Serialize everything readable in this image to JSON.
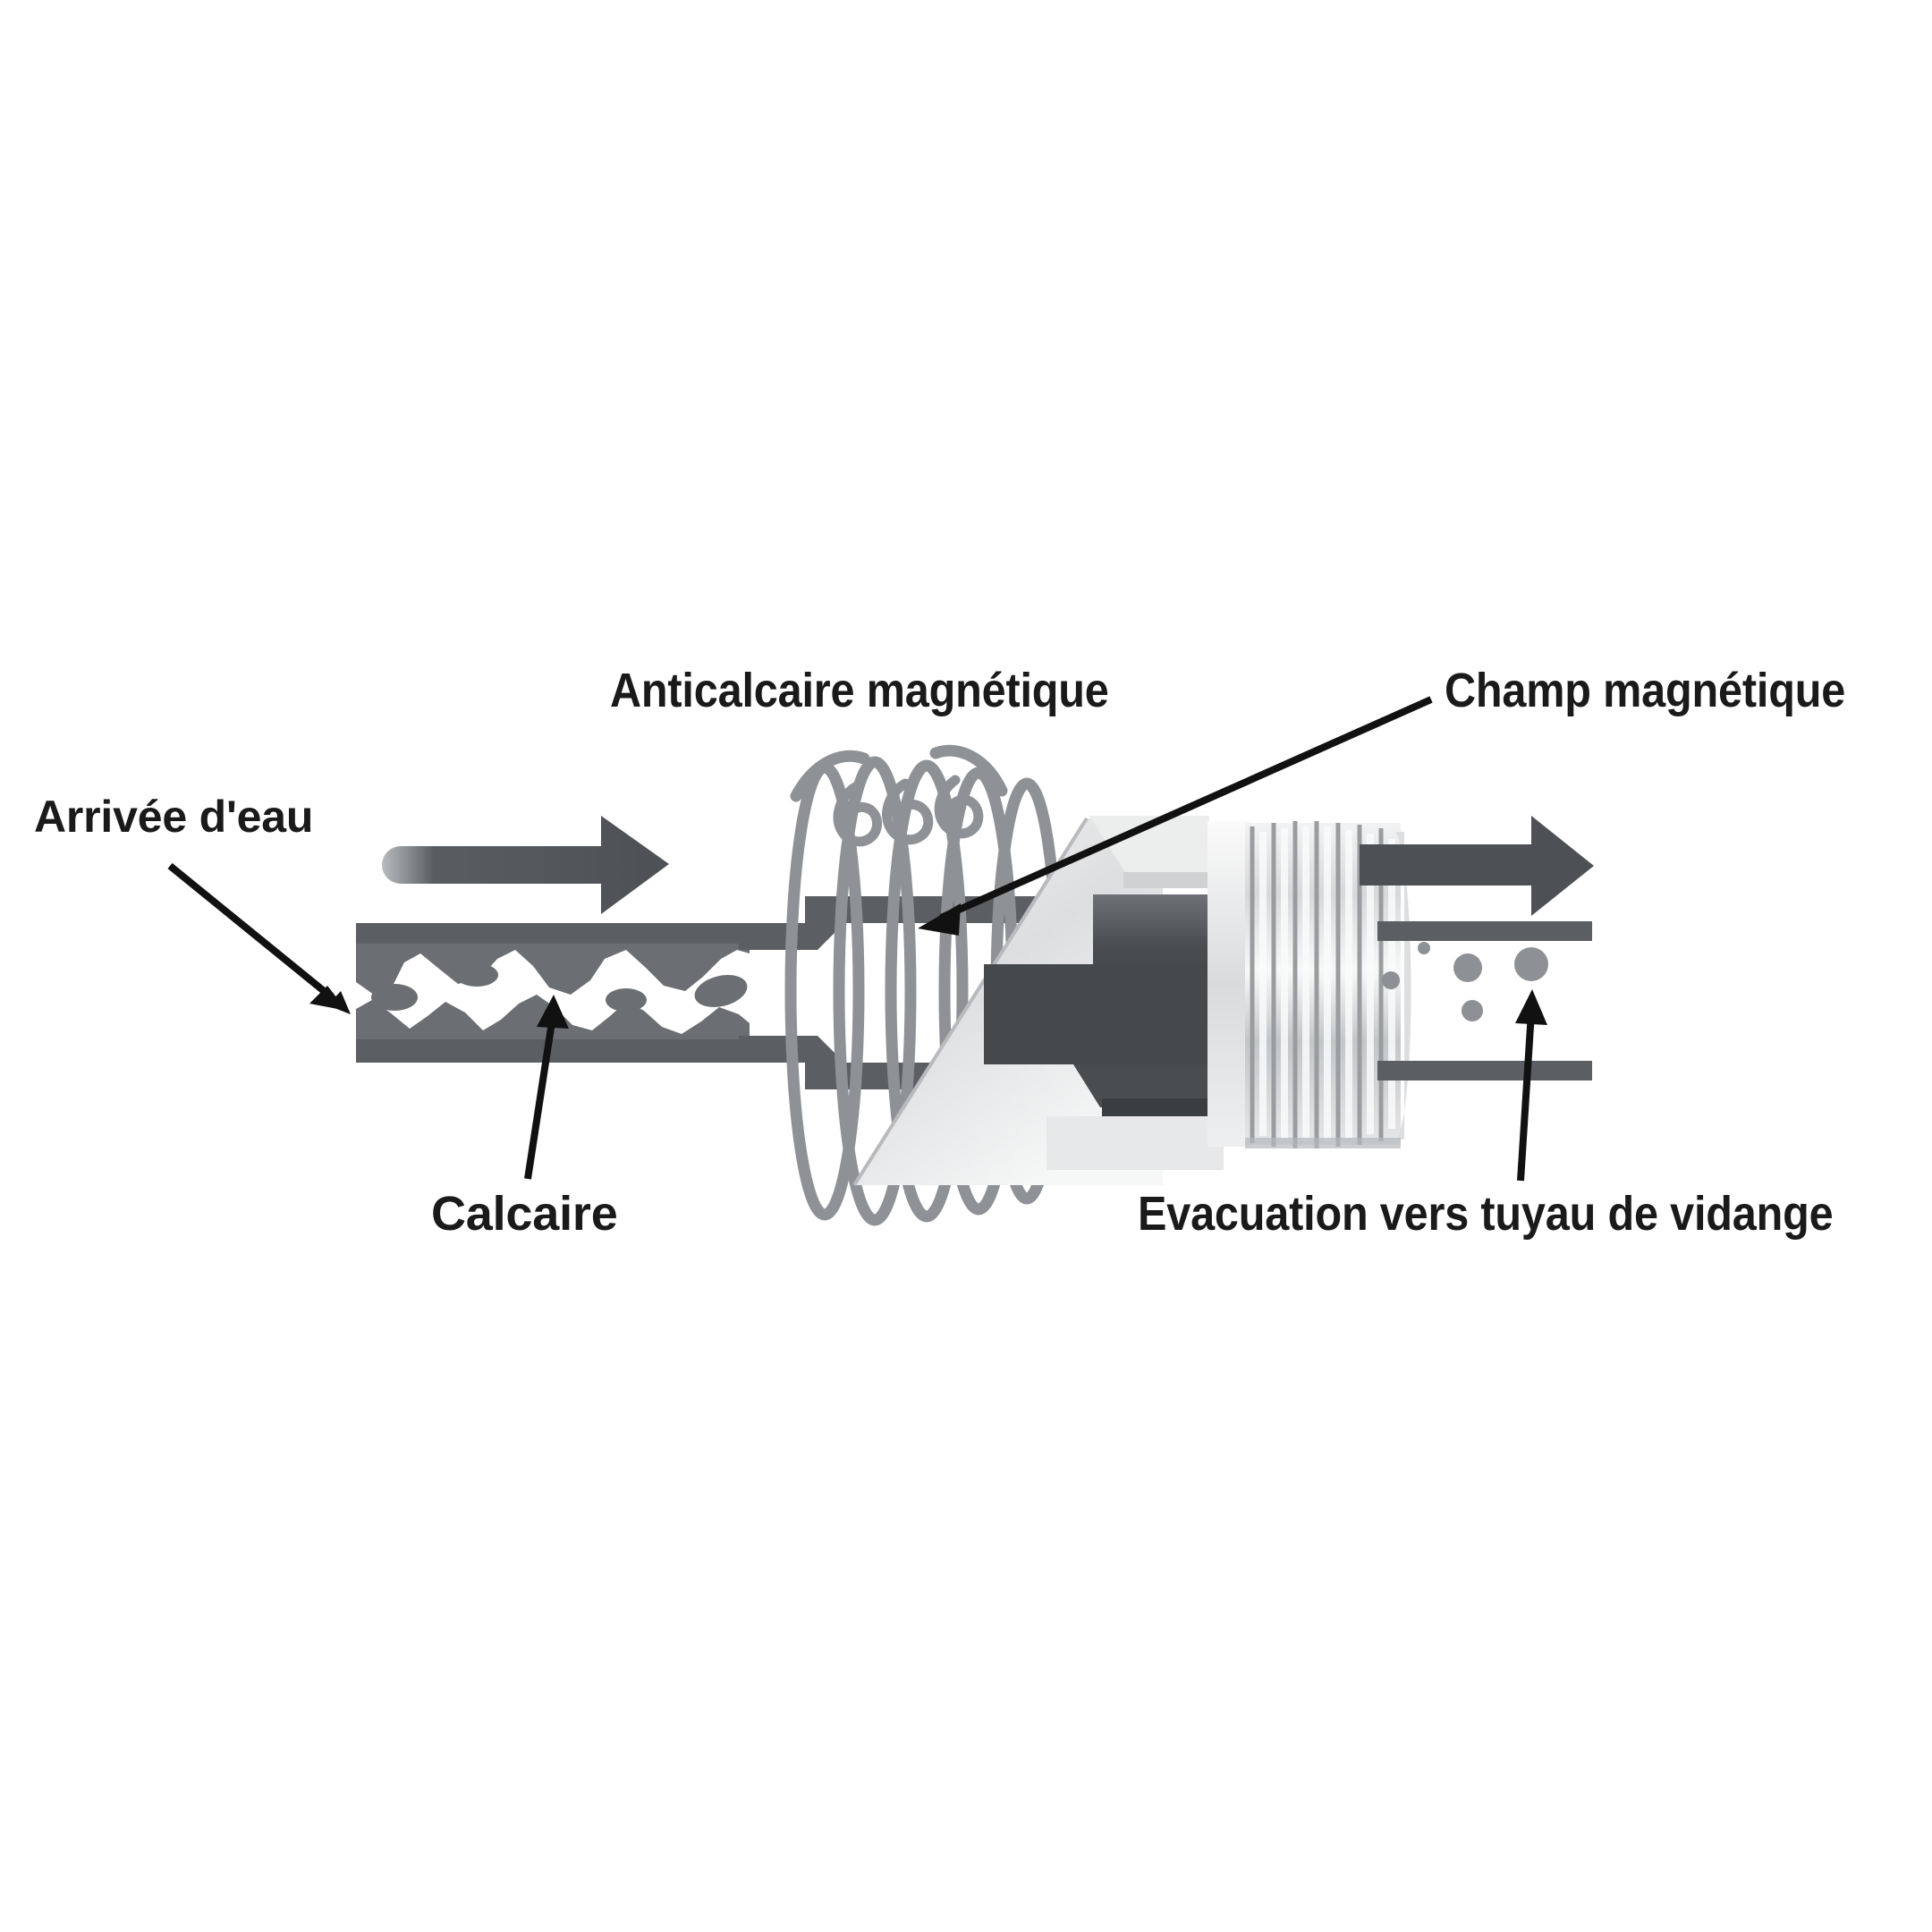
{
  "figure": {
    "title": "Anticalcaire magnétique",
    "subject": "Schéma de fonctionnement d'un anticalcaire magnétique sur canalisation d'eau",
    "background_color": "#ffffff",
    "text_color": "#1a1a1a",
    "pipe_color": "#5b5f63",
    "scale_color": "#6b6f73",
    "arrow_color": "#4d5155",
    "coil_color": "#8e9296",
    "metal_light": "#e9eaec",
    "metal_mid": "#bdc0c3",
    "metal_dark": "#4a4d50"
  },
  "labels": {
    "water_inlet": "Arrivée d'eau",
    "device": "Anticalcaire magnétique",
    "magnetic_field": "Champ magnétique",
    "limescale": "Calcaire",
    "drain_outlet": "Evacuation vers tuyau de vidange"
  },
  "icons": {
    "inlet_flow": "right-arrow-icon",
    "outlet_flow": "right-arrow-icon",
    "inlet_leader": "diagonal-arrow-down-right-icon",
    "limescale_leader": "arrow-up-icon",
    "field_leader": "diagonal-arrow-down-left-icon",
    "drain_leader": "arrow-up-icon",
    "coil": "magnetic-coil-icon",
    "fitting": "threaded-metal-fitting-icon",
    "particles": "dissolved-mineral-particles-icon"
  },
  "annotations": {
    "flow_direction": "left-to-right",
    "inlet_arrow_label": "",
    "outlet_arrow_label": "",
    "inlet_pipe_state": "encrassée de calcaire",
    "outlet_pipe_state": "propre, minéraux dissous"
  }
}
